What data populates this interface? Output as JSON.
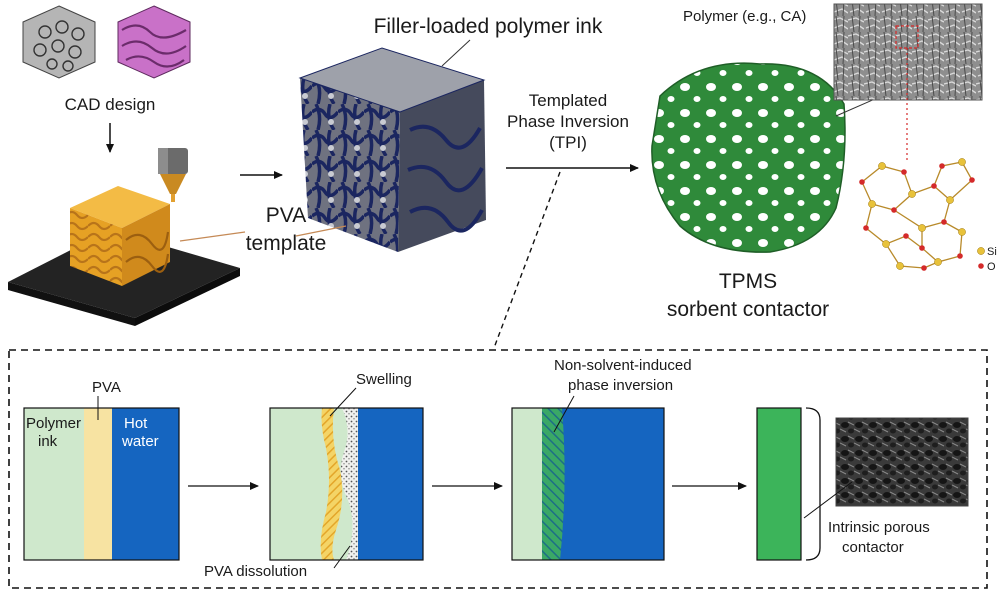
{
  "top": {
    "cad_label": "CAD design",
    "ink_label": "Filler-loaded polymer ink",
    "pva_template_line1": "PVA",
    "pva_template_line2": "template",
    "tpi_line1": "Templated",
    "tpi_line2": "Phase Inversion",
    "tpi_line3": "(TPI)",
    "polymer_label": "Polymer (e.g., CA)",
    "tpms_line1": "TPMS",
    "tpms_line2": "sorbent contactor",
    "legend_si": "Si",
    "legend_o": "O"
  },
  "steps": {
    "step1": {
      "polymer_line1": "Polymer",
      "polymer_line2": "ink",
      "pva": "PVA",
      "water_line1": "Hot",
      "water_line2": "water"
    },
    "step2": {
      "swelling": "Swelling",
      "dissolution": "PVA dissolution"
    },
    "step3": {
      "label_line1": "Non-solvent-induced",
      "label_line2": "phase inversion"
    },
    "step4": {
      "label_line1": "Intrinsic porous",
      "label_line2": "contactor"
    }
  },
  "colors": {
    "polymer_ink": "#cfe8cc",
    "pva": "#f7e3a2",
    "hot_water": "#1565c0",
    "tpms_green": "#2f8a3a",
    "contactor_green": "#3cb45a",
    "pva_print": "#eaa62a",
    "cube_navy": "#1b2660",
    "si_atom": "#e8c23a",
    "o_atom": "#d42a2a"
  }
}
